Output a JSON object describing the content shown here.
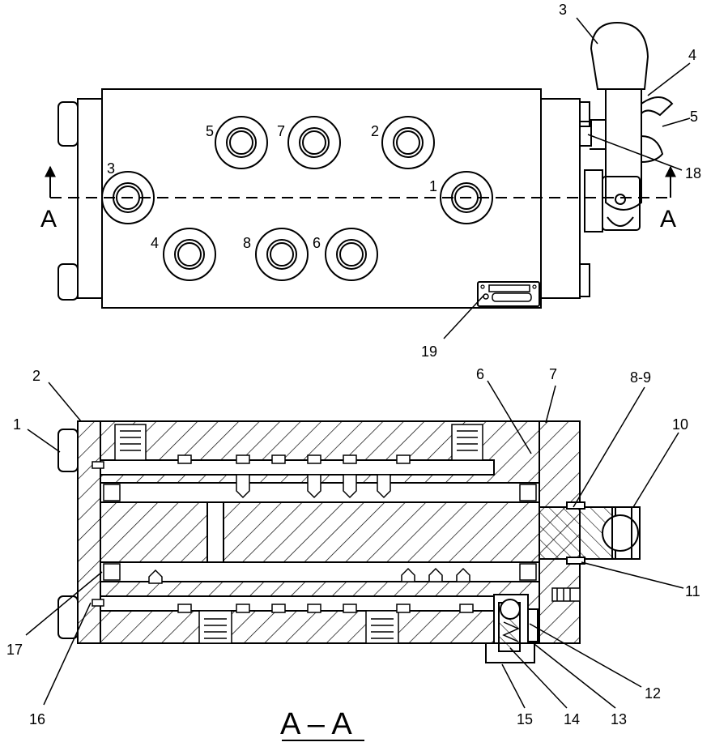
{
  "top_view": {
    "port_labels": [
      "5",
      "7",
      "2",
      "3",
      "1",
      "4",
      "8",
      "6"
    ],
    "right_labels": [
      "3",
      "4",
      "5",
      "18"
    ],
    "section_mark_left": "A",
    "section_mark_right": "A",
    "plate_label": "19"
  },
  "section_view": {
    "title": "A – A",
    "labels": [
      "1",
      "2",
      "6",
      "7",
      "8-9",
      "10",
      "11",
      "12",
      "13",
      "14",
      "15",
      "16",
      "17"
    ]
  }
}
